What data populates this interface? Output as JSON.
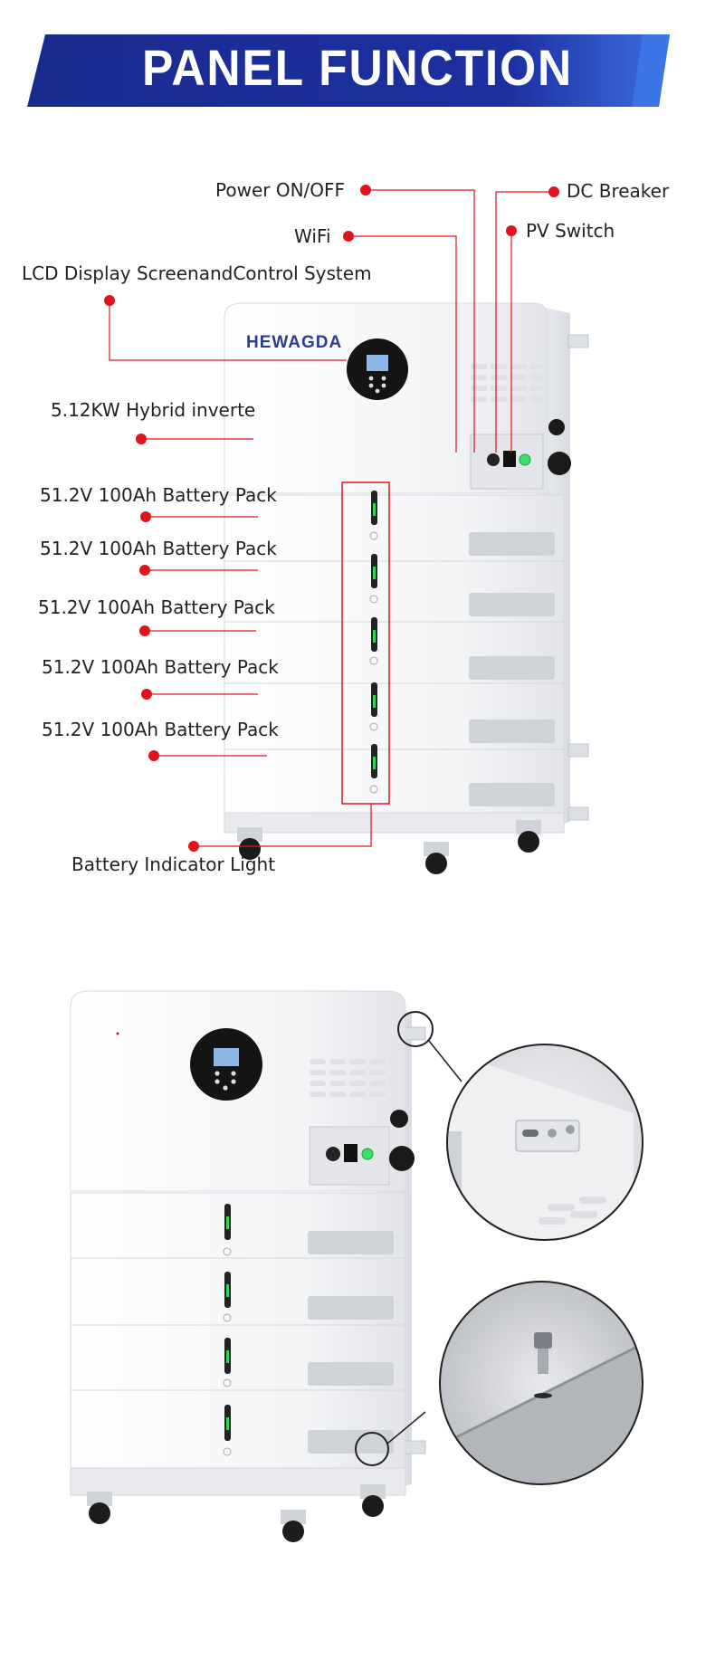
{
  "title": "PANEL FUNCTION DIAGRAM",
  "brand": "HEWAGDA",
  "labels": {
    "power": "Power ON/OFF",
    "wifi": "WiFi",
    "dc_breaker": "DC Breaker",
    "pv_switch": "PV Switch",
    "lcd": "LCD Display ScreenandControl System",
    "inverter": "5.12KW Hybrid inverte",
    "pack1": "51.2V 100Ah Battery Pack",
    "pack2": "51.2V 100Ah Battery Pack",
    "pack3": "51.2V 100Ah Battery Pack",
    "pack4": "51.2V 100Ah Battery Pack",
    "pack5": "51.2V 100Ah Battery Pack",
    "indicator": "Battery Indicator Light"
  },
  "colors": {
    "banner": "#1a2b8f",
    "banner_accent": "#2f5fd8",
    "marker": "#e0141e",
    "cabinet": "#f1f2f4",
    "indicator_green": "#2fd65a"
  }
}
